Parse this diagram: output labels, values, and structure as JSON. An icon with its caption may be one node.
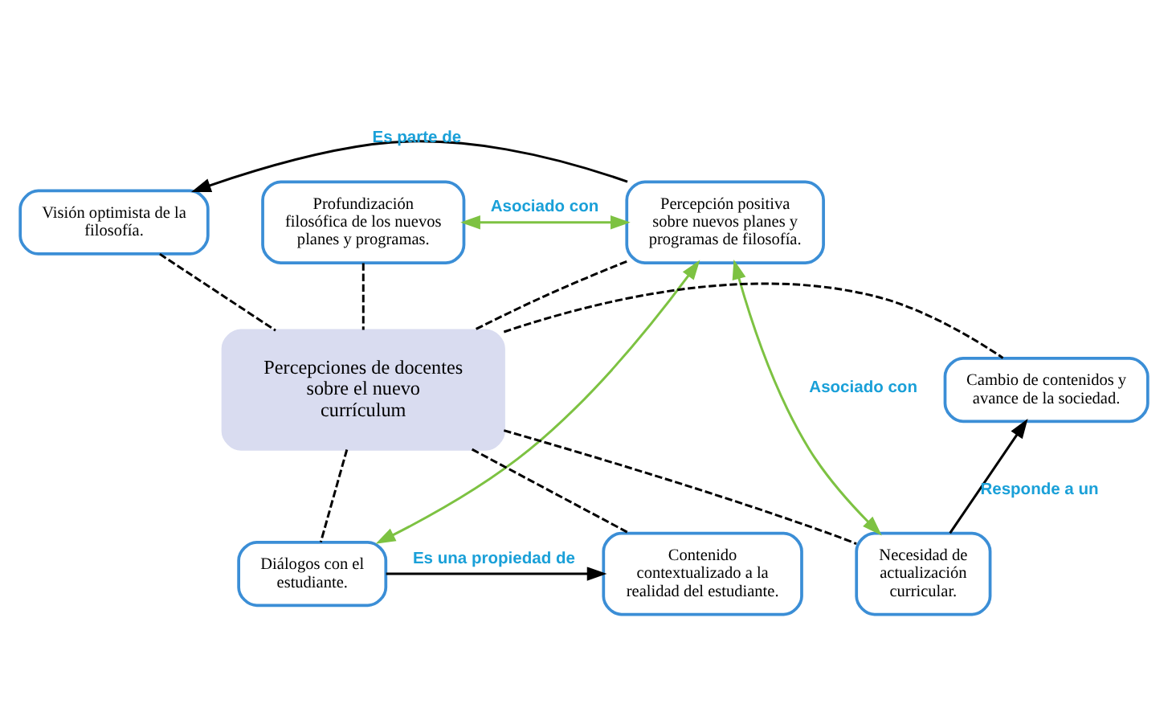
{
  "diagram": {
    "nodes": [
      {
        "text": [
          "Visión optimista de la filosofía."
        ]
      },
      {
        "text": [
          "Percepción positiva sobre nuevos planes y programas de filosofía."
        ]
      },
      {
        "text": [
          "Profundización filosófica de los nuevos planes y programas."
        ]
      },
      {
        "text": [
          "Percepciones de docentes sobre el nuevo currículum"
        ]
      },
      {
        "text": [
          "Cambio de contenidos y avance de la sociedad."
        ]
      },
      {
        "text": [
          "Diálogos con el estudiante."
        ]
      },
      {
        "text": [
          "Contenido contextualizado a la realidad del estudiante."
        ]
      },
      {
        "text": [
          "Necesidad de actualización curricular."
        ]
      }
    ],
    "edges": [
      {
        "from": 1,
        "to": 0,
        "arrow": "to",
        "label": "Es parte de"
      },
      {
        "from": 2,
        "to": 1,
        "arrow": "both",
        "label": "Asociado con",
        "color": "#7dc242"
      },
      {
        "from": 5,
        "to": 1,
        "arrow": "both",
        "color": "#7dc242"
      },
      {
        "from": 1,
        "to": 7,
        "arrow": "both",
        "label": "Asociado con",
        "color": "#7dc242"
      },
      {
        "from": 3,
        "to": 0,
        "arrow": "none",
        "style": "dashed"
      },
      {
        "from": 3,
        "to": 1,
        "arrow": "none",
        "style": "dashed"
      },
      {
        "from": 3,
        "to": 2,
        "arrow": "none",
        "style": "dashed"
      },
      {
        "from": 3,
        "to": 4,
        "arrow": "none",
        "style": "dashed"
      },
      {
        "from": 3,
        "to": 5,
        "arrow": "none",
        "style": "dashed"
      },
      {
        "from": 3,
        "to": 6,
        "arrow": "none",
        "style": "dashed"
      },
      {
        "from": 3,
        "to": 7,
        "arrow": "none",
        "style": "dashed"
      },
      {
        "from": 5,
        "to": 6,
        "arrow": "to",
        "label": "Es una propiedad de"
      },
      {
        "from": 7,
        "to": 4,
        "arrow": "to",
        "label": "Responde a un"
      }
    ]
  }
}
